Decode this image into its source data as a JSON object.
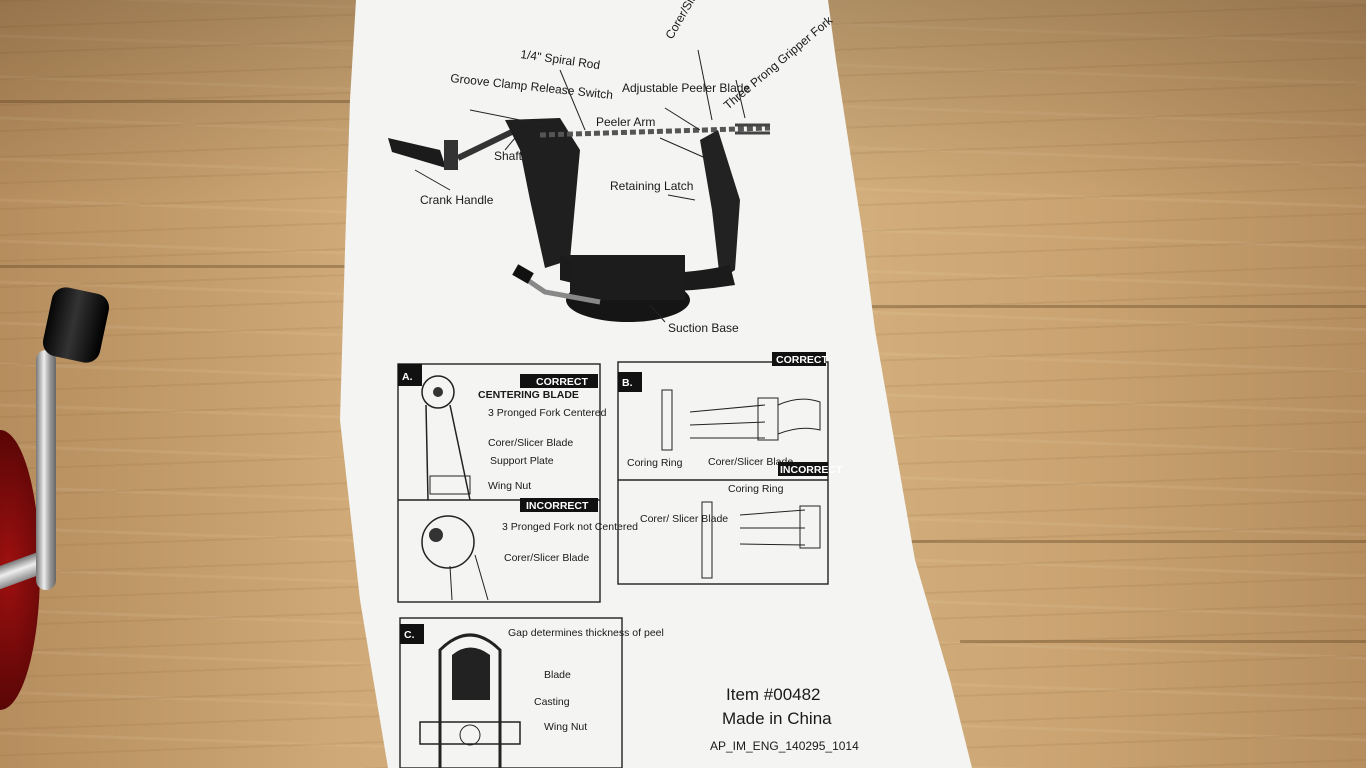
{
  "top_labels": {
    "rod": "1/4\" Spiral Rod",
    "corer_slicer": "Corer/Slicer Blade",
    "three_prong": "Three Prong Gripper Fork",
    "adjustable_peeler": "Adjustable Peeler Blade",
    "groove_clamp": "Groove Clamp Release Switch",
    "peeler_arm": "Peeler Arm",
    "shaft": "Shaft",
    "retaining_latch": "Retaining Latch",
    "crank_handle": "Crank Handle",
    "suction_base": "Suction Base"
  },
  "panel_a": {
    "letter": "A.",
    "correct_header": "CORRECT",
    "title": "CENTERING BLADE",
    "l1": "3 Pronged Fork Centered",
    "l2": "Corer/Slicer Blade",
    "l3": "Support Plate",
    "l4": "Wing Nut",
    "incorrect_header": "INCORRECT",
    "l5": "3 Pronged Fork not Centered",
    "l6": "Corer/Slicer Blade"
  },
  "panel_b": {
    "letter": "B.",
    "correct_header": "CORRECT",
    "coring_ring": "Coring Ring",
    "corer_slicer": "Corer/Slicer Blade",
    "incorrect_header": "INCORRECT",
    "coring_ring2": "Coring Ring",
    "corer_slicer2": "Corer/ Slicer Blade"
  },
  "panel_c": {
    "letter": "C.",
    "gap": "Gap determines thickness of peel",
    "blade": "Blade",
    "casting": "Casting",
    "wing_nut": "Wing Nut"
  },
  "footer": {
    "item": "Item #00482",
    "origin": "Made in China",
    "code": "AP_IM_ENG_140295_1014"
  }
}
